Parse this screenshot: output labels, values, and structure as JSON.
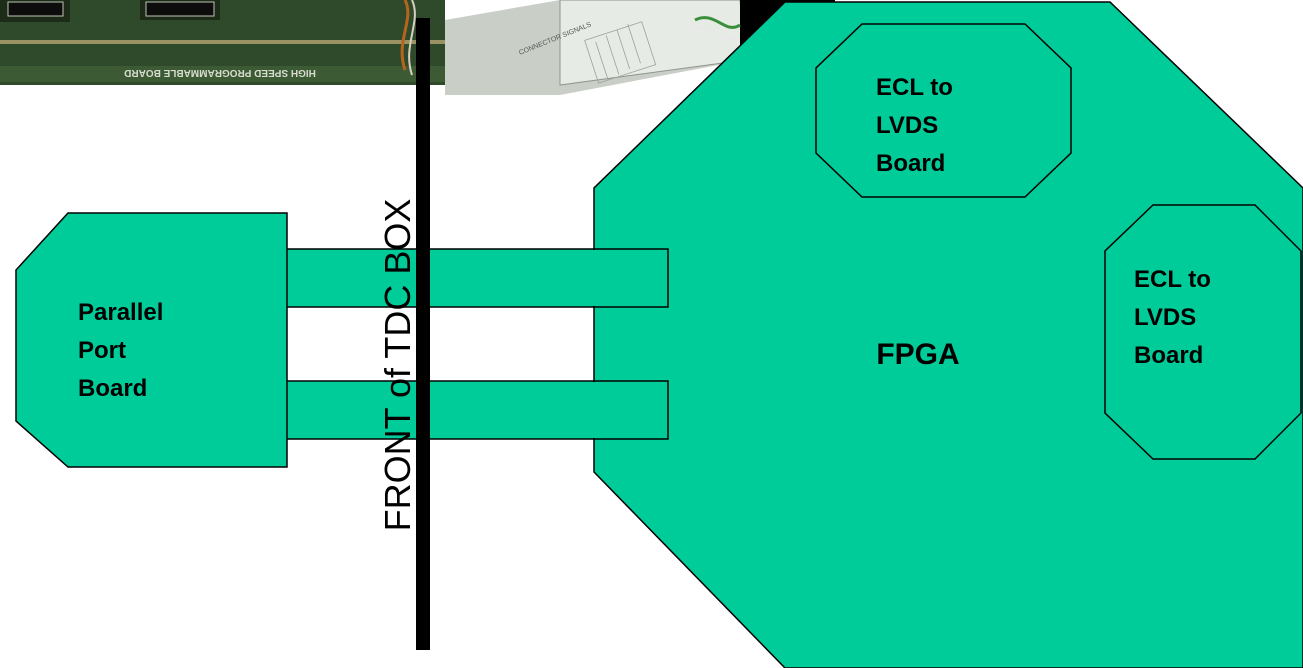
{
  "colors": {
    "accent": "#00CC99",
    "divider": "#000000",
    "photo_board": "#2f4a2a",
    "photo_silk": "#d8dccf"
  },
  "photo": {
    "label": "HIGH SPEED PROGRAMMABLE BOARD",
    "connector_label": "CONNECTOR SIGNALS"
  },
  "parallel_port_board": {
    "lines": [
      "Parallel",
      "Port",
      "Board"
    ]
  },
  "fpga": {
    "label": "FPGA"
  },
  "ecl_board_top": {
    "lines": [
      "ECL to",
      "LVDS",
      "Board"
    ]
  },
  "ecl_board_right": {
    "lines": [
      "ECL to",
      "LVDS",
      "Board"
    ]
  },
  "divider_label": "FRONT of TDC BOX"
}
